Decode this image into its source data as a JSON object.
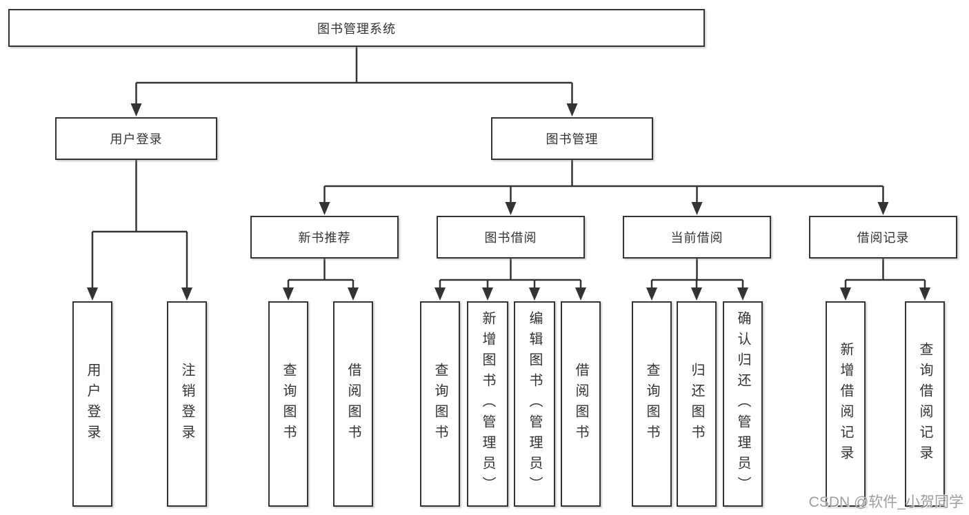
{
  "diagram": {
    "root": {
      "label": "图书管理系统"
    },
    "branches": {
      "user_login": {
        "label": "用户登录",
        "children": [
          {
            "label": "用户登录"
          },
          {
            "label": "注销登录"
          }
        ]
      },
      "book_mgmt": {
        "label": "图书管理",
        "groups": [
          {
            "label": "新书推荐",
            "children": [
              {
                "label": "查询图书"
              },
              {
                "label": "借阅图书"
              }
            ]
          },
          {
            "label": "图书借阅",
            "children": [
              {
                "label": "查询图书"
              },
              {
                "label": "新增图书（管理员）"
              },
              {
                "label": "编辑图书（管理员）"
              },
              {
                "label": "借阅图书"
              }
            ]
          },
          {
            "label": "当前借阅",
            "children": [
              {
                "label": "查询图书"
              },
              {
                "label": "归还图书"
              },
              {
                "label": "确认归还（管理员）"
              }
            ]
          },
          {
            "label": "借阅记录",
            "children": [
              {
                "label": "新增借阅记录"
              },
              {
                "label": "查询借阅记录"
              }
            ]
          }
        ]
      }
    },
    "colors": {
      "line": "#333333",
      "border": "#333333",
      "text": "#333333",
      "background": "#ffffff",
      "watermark": "#898989"
    }
  },
  "watermark": {
    "text": "CSDN @软件_小贺同学"
  }
}
